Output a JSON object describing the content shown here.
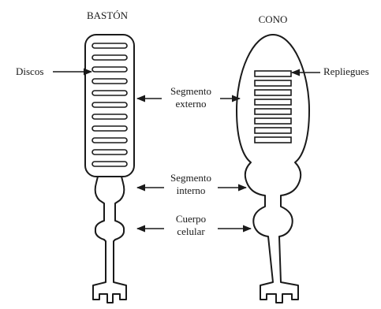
{
  "cells": {
    "rod_title": "BASTÓN",
    "cone_title": "CONO"
  },
  "labels": {
    "discs": "Discos",
    "folds": "Repliegues",
    "outer_segment": [
      "Segmento",
      "externo"
    ],
    "inner_segment": [
      "Segmento",
      "interno"
    ],
    "cell_body": [
      "Cuerpo",
      "celular"
    ]
  }
}
